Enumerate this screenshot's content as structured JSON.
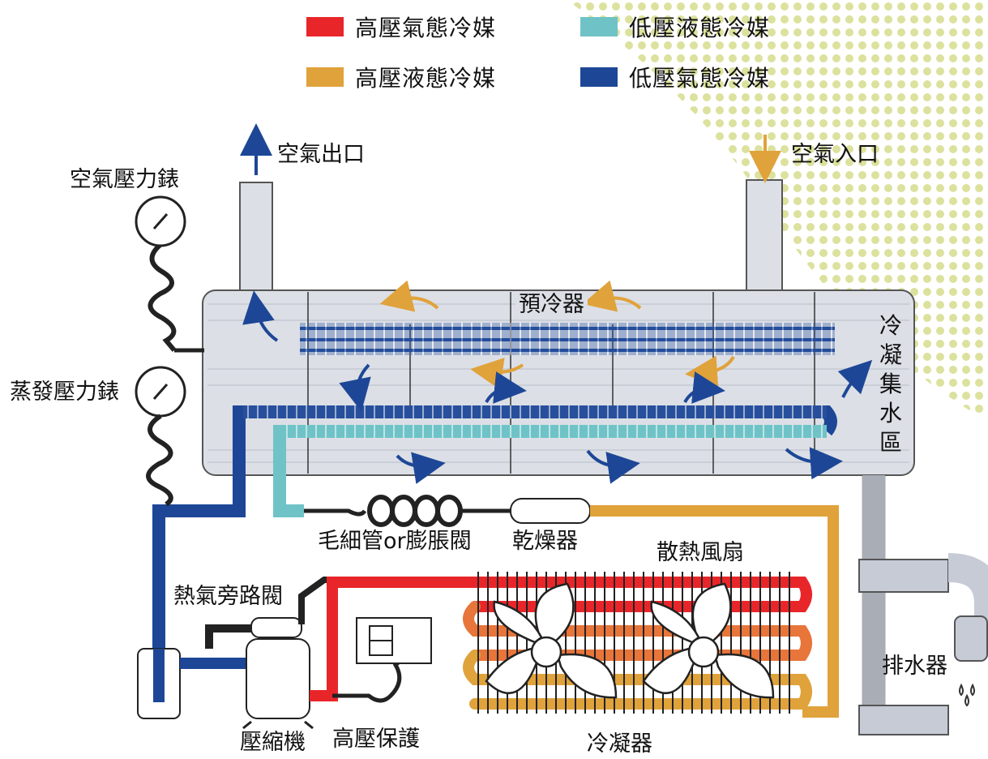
{
  "legend": {
    "items": [
      {
        "label": "高壓氣態冷媒",
        "color": "#e8262a"
      },
      {
        "label": "低壓液態冷媒",
        "color": "#6fc3c7"
      },
      {
        "label": "高壓液態冷媒",
        "color": "#e0a23a"
      },
      {
        "label": "低壓氣態冷媒",
        "color": "#1d4796"
      }
    ]
  },
  "labels": {
    "air_outlet": "空氣出口",
    "air_inlet": "空氣入口",
    "air_pressure_gauge": "空氣壓力錶",
    "evap_pressure_gauge": "蒸發壓力錶",
    "precooler": "預冷器",
    "condensate_zone": "冷凝集水區",
    "capillary": "毛細管or膨脹閥",
    "dryer": "乾燥器",
    "cooling_fan": "散熱風扇",
    "hot_gas_bypass": "熱氣旁路閥",
    "drain": "排水器",
    "compressor": "壓縮機",
    "high_pressure_protect": "高壓保護",
    "condenser": "冷凝器"
  },
  "colors": {
    "high_gas": "#e8262a",
    "low_liquid": "#6fc3c7",
    "high_liquid": "#e0a23a",
    "low_gas": "#1d4796",
    "shell": "#dcdfe6",
    "shell_border": "#555555",
    "halftone": "#d6dc8c"
  }
}
